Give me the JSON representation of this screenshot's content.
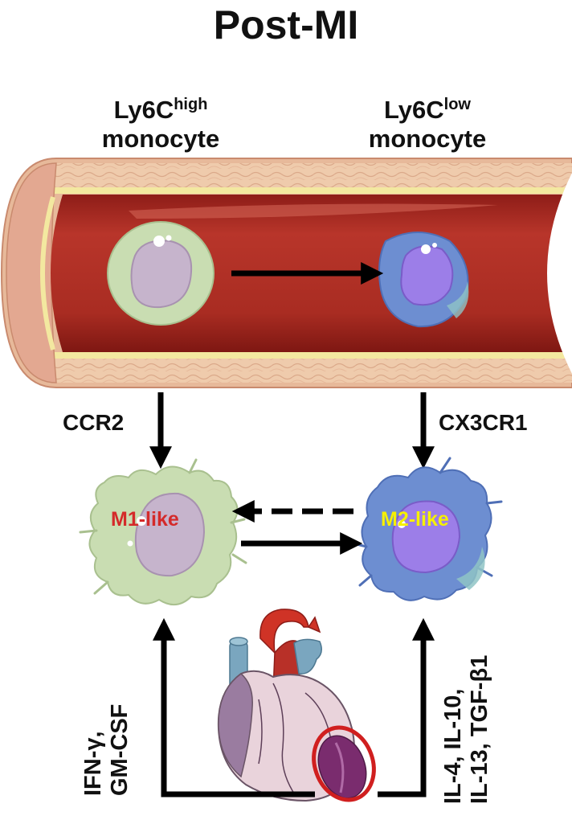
{
  "title": "Post-MI",
  "monocytes": {
    "left": {
      "name": "Ly6C",
      "superscript": "high",
      "type": "monocyte"
    },
    "right": {
      "name": "Ly6C",
      "superscript": "low",
      "type": "monocyte"
    }
  },
  "receptors": {
    "left": "CCR2",
    "right": "CX3CR1"
  },
  "macrophages": {
    "left": {
      "label": "M1-like",
      "color": "#d42a2a"
    },
    "right": {
      "label": "M2-like",
      "color": "#f6f000"
    }
  },
  "cytokines": {
    "left": {
      "line1": "IFN-γ,",
      "line2": "GM-CSF"
    },
    "right": {
      "line1": "IL-4, IL-10,",
      "line2": "IL-13, TGF-β1"
    }
  },
  "colors": {
    "vessel_lumen": "#a8281f",
    "vessel_wall": "#eec7a6",
    "m1_cell": "#c9ddb2",
    "m2_cell": "#6d8ed1",
    "nucleus_m1": "#c6b4cc",
    "nucleus_m2": "#9c7ee8",
    "infarct_ring": "#d01f1f"
  }
}
